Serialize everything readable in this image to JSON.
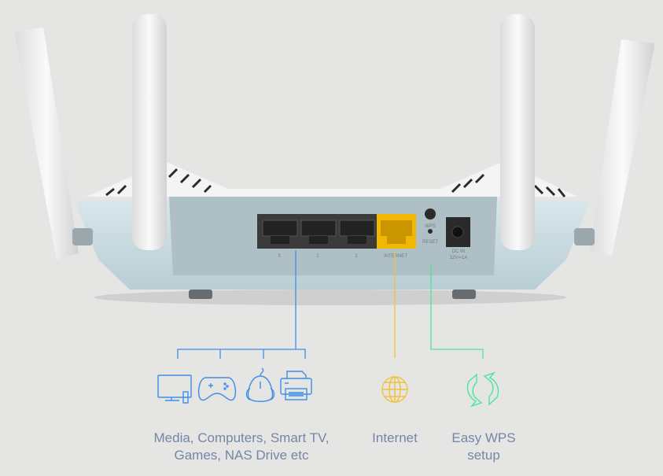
{
  "router": {
    "port_labels": [
      "3",
      "2",
      "1",
      "INTERNET"
    ],
    "wps_label": "WPS",
    "reset_label": "RESET",
    "power_label_line1": "DC IN",
    "power_label_line2": "12V⎓1A"
  },
  "callouts": [
    {
      "icon": "devices-icons",
      "line1": "Media, Computers, Smart TV,",
      "line2": "Games, NAS Drive etc",
      "color": "#3d8fe6"
    },
    {
      "icon": "globe-icon",
      "line1": "Internet",
      "color": "#f2c13a"
    },
    {
      "icon": "sync-arrows-icon",
      "line1": "Easy WPS",
      "line2": "setup",
      "color": "#4fe39a"
    }
  ],
  "colors": {
    "background": "#e5e5e4",
    "caption": "#7686a6",
    "internet_port": "#f2b705"
  }
}
